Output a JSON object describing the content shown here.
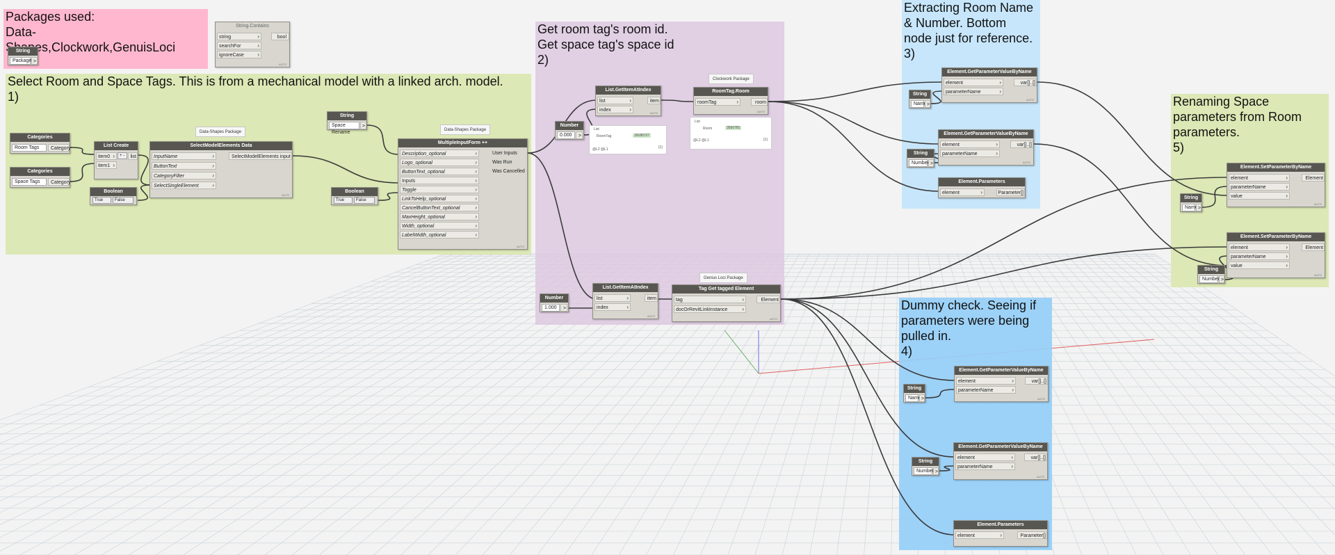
{
  "groups": {
    "packages": {
      "title": "Packages used:\nData-Shapes,Clockwork,GenuisLoci",
      "color": "#ffb7cf"
    },
    "select": {
      "title": "Select Room and Space Tags. This is from a mechanical model with a linked arch. model.\n1)",
      "color": "#dce8b5"
    },
    "get_ids": {
      "title": "Get room tag's room id.\nGet space tag's space id\n2)",
      "color": "#e4d4e6"
    },
    "extract": {
      "title": "Extracting Room Name\n& Number. Bottom\nnode just for reference.\n3)",
      "color": "#c7e6fb"
    },
    "rename": {
      "title": "Renaming Space\nparameters from Room\nparameters.\n5)",
      "color": "#dce8b5"
    },
    "dummy": {
      "title": "Dummy check. Seeing if\nparameters were being\npulled in.\n4)",
      "color": "#a6d8fb"
    }
  },
  "package_notes": {
    "data_shapes_1": "Data-Shapes Package",
    "data_shapes_2": "Data-Shapes Package",
    "clockwork": "Clockwork Package",
    "genius_loci": "Genius Loci Package"
  },
  "nodes": {
    "string_packages": {
      "title": "String",
      "value": "Packages",
      "out": ">"
    },
    "string_contains": {
      "title": "String.Contains",
      "inputs": [
        "string",
        "searchFor",
        "ignoreCase"
      ],
      "output": "bool",
      "footer": "AUTO"
    },
    "categories_1": {
      "title": "Categories",
      "value": "Room Tags",
      "output": "Category"
    },
    "categories_2": {
      "title": "Categories",
      "value": "Space Tags",
      "output": "Category"
    },
    "list_create": {
      "title": "List Create",
      "inputs": [
        "item0",
        "item1"
      ],
      "output": "list",
      "controls": "+ -"
    },
    "boolean_1": {
      "title": "Boolean",
      "true_label": "True",
      "false_label": "False"
    },
    "select_model": {
      "title": "SelectModelElements Data",
      "inputs": [
        "InputName",
        "ButtonText",
        "CategoryFilter",
        "SelectSingleElement"
      ],
      "output": "SelectModelElements input",
      "footer": "AUTO"
    },
    "string_space_rename": {
      "title": "String",
      "value": "Space Rename",
      "out": ">"
    },
    "boolean_2": {
      "title": "Boolean",
      "true_label": "True",
      "false_label": "False"
    },
    "multiple_input": {
      "title": "MultipleInputForm ++",
      "inputs": [
        "Description_optional",
        "Logo_optional",
        "ButtonText_optional",
        "Inputs",
        "Toggle",
        "LinkToHelp_optional",
        "CancelButtonText_optional",
        "MaxHeight_optional",
        "Width_optional",
        "LabelWidth_optional"
      ],
      "outputs": [
        "User Inputs",
        "Was Run",
        "Was Cancelled"
      ],
      "footer": "AUTO"
    },
    "number_1": {
      "title": "Number",
      "value": "0.000",
      "out": ">"
    },
    "number_2": {
      "title": "Number",
      "value": "1.000",
      "out": ">"
    },
    "get_item_1": {
      "title": "List.GetItemAtIndex",
      "inputs": [
        "list",
        "index"
      ],
      "output": "item",
      "footer": "AUTO"
    },
    "get_item_2": {
      "title": "List.GetItemAtIndex",
      "inputs": [
        "list",
        "index"
      ],
      "output": "item",
      "footer": "AUTO"
    },
    "roomtag_room": {
      "title": "RoomTag.Room",
      "inputs": [
        "roomTag"
      ],
      "output": "room",
      "footer": "AUTO"
    },
    "tag_get": {
      "title": "Tag Get tagged Element",
      "inputs": [
        "tag",
        "docOrRevitLinkInstance"
      ],
      "output": "Element",
      "footer": "AUTO"
    },
    "get_param_1": {
      "title": "Element.GetParameterValueByName",
      "inputs": [
        "element",
        "parameterName"
      ],
      "output": "var[]..[]",
      "footer": "AUTO"
    },
    "get_param_2": {
      "title": "Element.GetParameterValueByName",
      "inputs": [
        "element",
        "parameterName"
      ],
      "output": "var[]..[]",
      "footer": "AUTO"
    },
    "params_1": {
      "title": "Element.Parameters",
      "inputs": [
        "element"
      ],
      "output": "Parameter[]"
    },
    "string_name_1": {
      "title": "String",
      "value": "Name",
      "out": ">"
    },
    "string_number_1": {
      "title": "String",
      "value": "Number",
      "out": ">"
    },
    "set_param_1": {
      "title": "Element.SetParameterByName",
      "inputs": [
        "element",
        "parameterName",
        "value"
      ],
      "output": "Element",
      "footer": "AUTO"
    },
    "set_param_2": {
      "title": "Element.SetParameterByName",
      "inputs": [
        "element",
        "parameterName",
        "value"
      ],
      "output": "Element",
      "footer": "AUTO"
    },
    "string_name_2": {
      "title": "String",
      "value": "Name",
      "out": ">"
    },
    "string_number_2": {
      "title": "String",
      "value": "Number",
      "out": ">"
    },
    "get_param_3": {
      "title": "Element.GetParameterValueByName",
      "inputs": [
        "element",
        "parameterName"
      ],
      "output": "var[]..[]",
      "footer": "AUTO"
    },
    "get_param_4": {
      "title": "Element.GetParameterValueByName",
      "inputs": [
        "element",
        "parameterName"
      ],
      "output": "var[]..[]",
      "footer": "AUTO"
    },
    "params_2": {
      "title": "Element.Parameters",
      "inputs": [
        "element"
      ],
      "output": "Parameter[]"
    },
    "string_name_3": {
      "title": "String",
      "value": "Name",
      "out": ">"
    },
    "string_number_3": {
      "title": "String",
      "value": "Number",
      "out": ">"
    }
  },
  "previews": {
    "roomtag": {
      "header": "List",
      "row_label": "RoomTag",
      "row_value": "18180727",
      "footer_left": "@L2 @L1",
      "footer_right": "{1}"
    },
    "room": {
      "header": "List",
      "row_label": "Room",
      "row_value": "3550781",
      "footer_left": "@L2 @L1",
      "footer_right": "{1}"
    }
  },
  "colors": {
    "background": "#f3f3f3",
    "grid": "#c9d2d8",
    "wire": "#3a3a3a",
    "node_header": "#575650",
    "node_body": "#d8d6cf"
  }
}
